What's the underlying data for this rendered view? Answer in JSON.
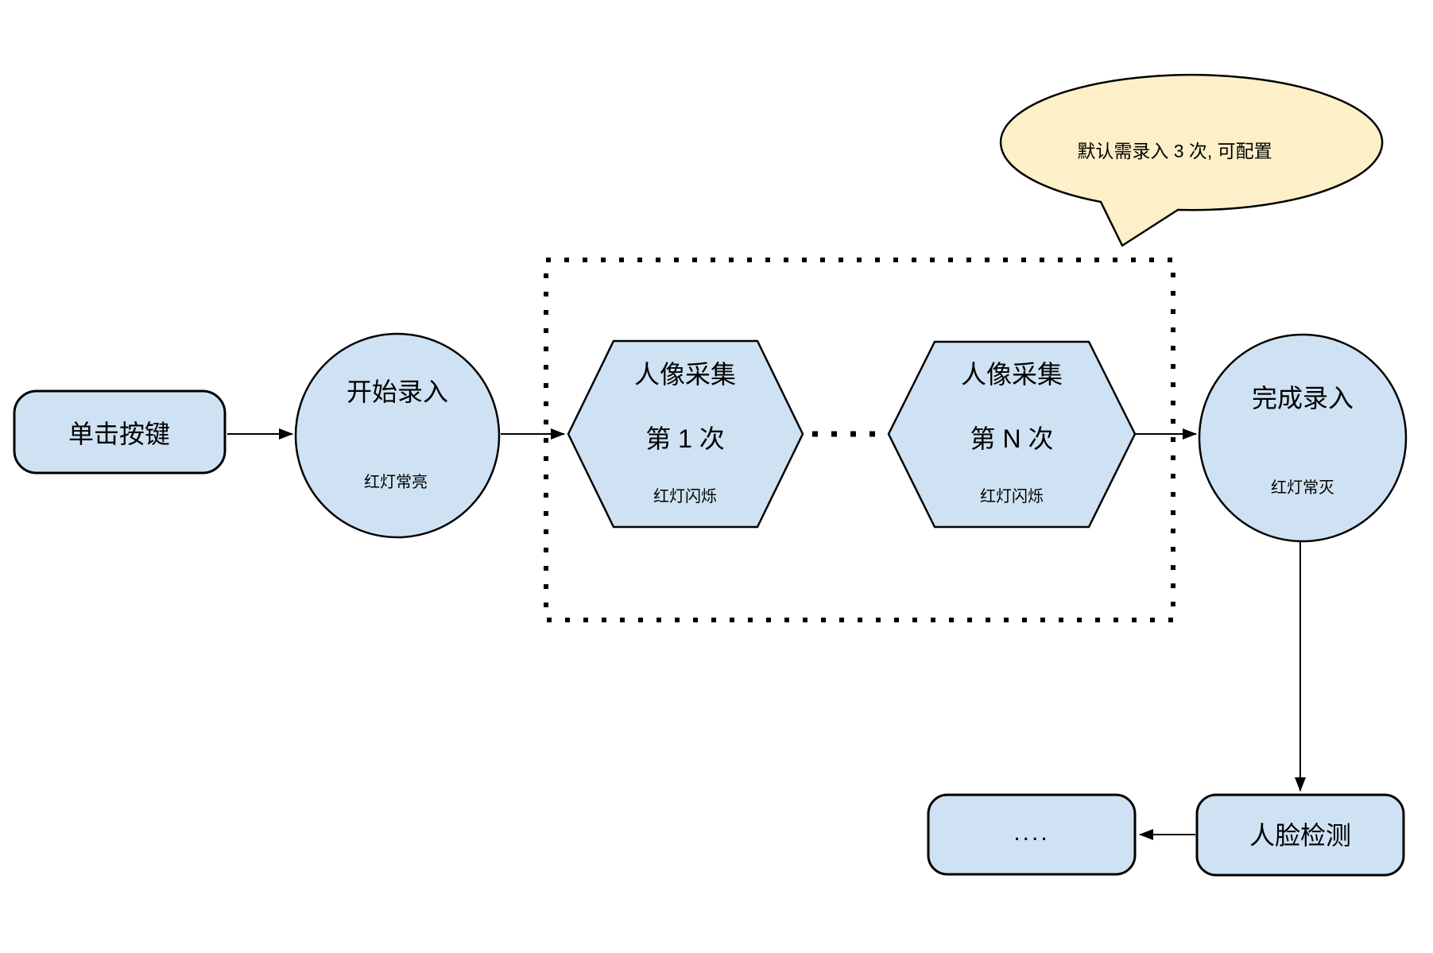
{
  "colors": {
    "node_fill": "#cfe2f3",
    "node_stroke": "#000000",
    "callout_fill": "#fdf0c8",
    "background": "#ffffff"
  },
  "nodes": {
    "click_button": {
      "label": "单击按键"
    },
    "start_enroll": {
      "label": "开始录入",
      "sublabel": "红灯常亮"
    },
    "capture_first": {
      "label": "人像采集",
      "count_label": "第 1 次",
      "sublabel": "红灯闪烁"
    },
    "capture_nth": {
      "label": "人像采集",
      "count_label": "第 N 次",
      "sublabel": "红灯闪烁"
    },
    "finish_enroll": {
      "label": "完成录入",
      "sublabel": "红灯常灭"
    },
    "face_detection": {
      "label": "人脸检测"
    },
    "continuation": {
      "label": "...."
    }
  },
  "callout": {
    "text": "默认需录入 3 次, 可配置"
  }
}
